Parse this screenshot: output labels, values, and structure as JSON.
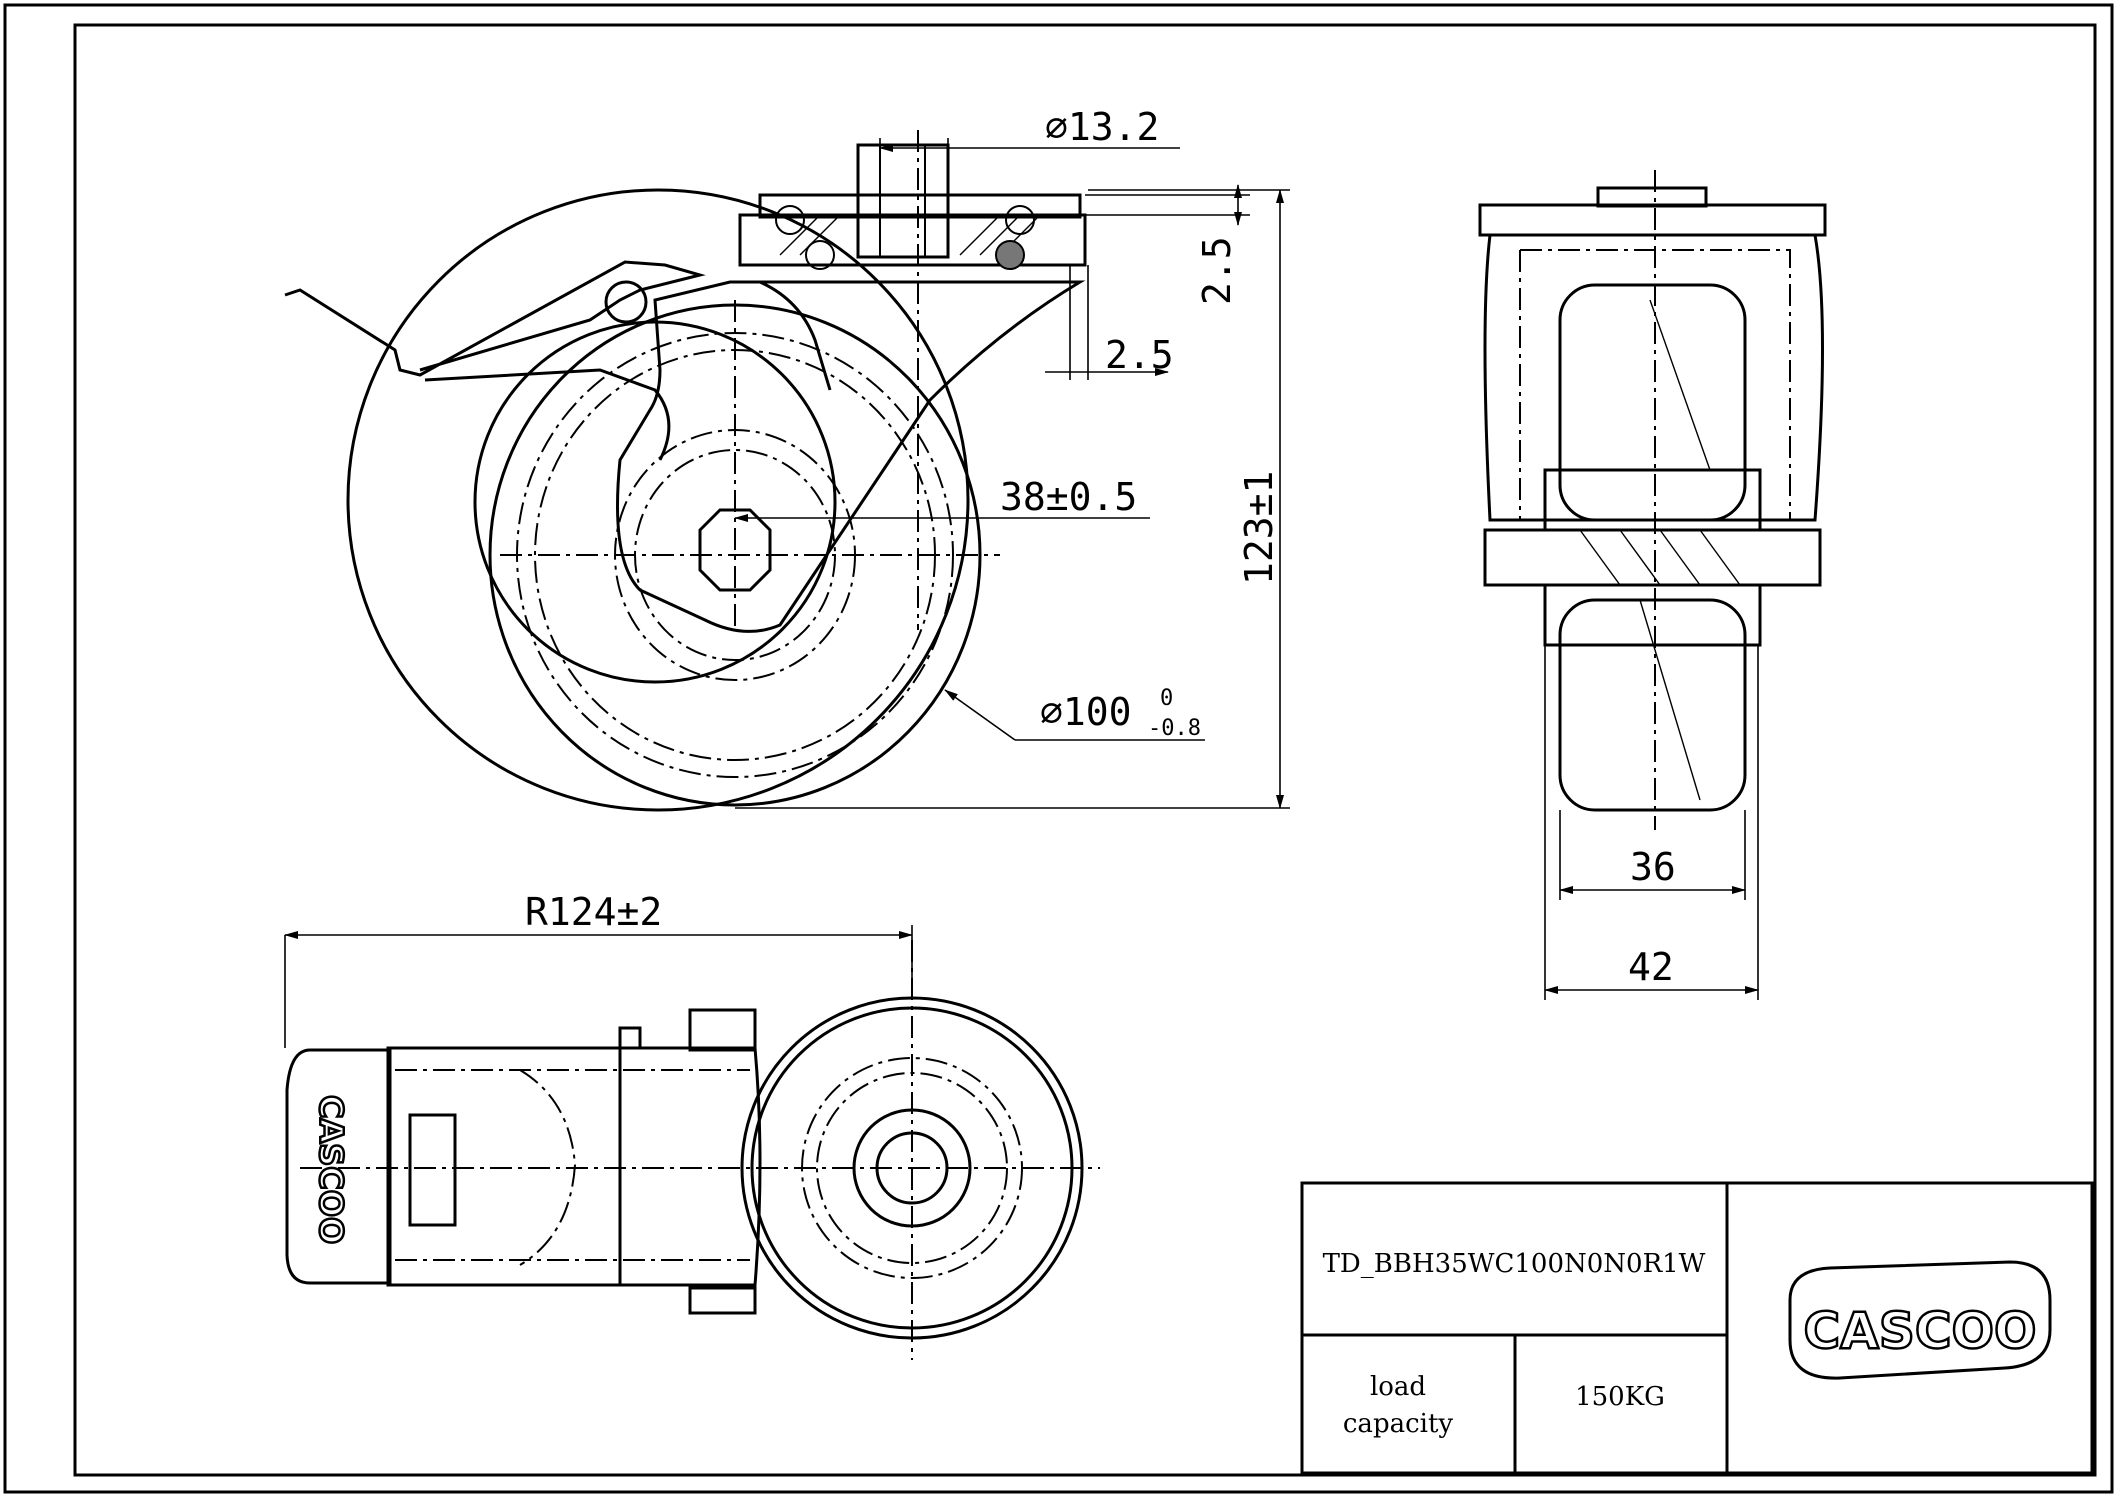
{
  "dimensions": {
    "bore_diameter": "13.2",
    "plate_thickness": "2.5",
    "plate_offset": "2.5",
    "swivel_offset": "38±0.5",
    "wheel_diameter": "100",
    "wheel_tol_upper": "0",
    "wheel_tol_lower": "-0.8",
    "total_height": "123±1",
    "swivel_radius": "R124±2",
    "tread_width": "36",
    "hub_width": "42"
  },
  "title_block": {
    "part_number": "TD_BBH35WC100N0N0R1W",
    "load_label_line1": "load",
    "load_label_line2": "capacity",
    "load_value": "150KG",
    "logo_text": "CASCOO"
  },
  "symbols": {
    "diameter": "⌀"
  }
}
